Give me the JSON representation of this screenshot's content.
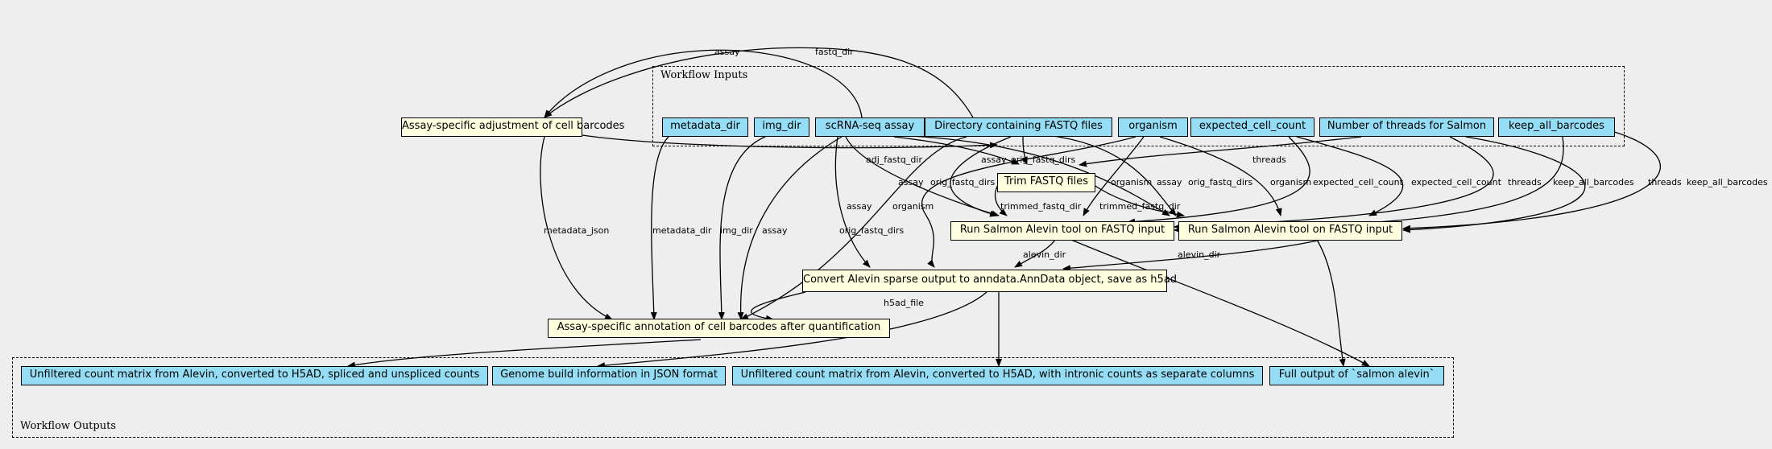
{
  "clusters": {
    "inputs_label": "Workflow Inputs",
    "outputs_label": "Workflow Outputs"
  },
  "inputs": {
    "metadata_dir": "metadata_dir",
    "img_dir": "img_dir",
    "assay": "scRNA-seq assay",
    "fastq_dir": "Directory containing FASTQ files",
    "organism": "organism",
    "expected_cell_count": "expected_cell_count",
    "threads": "Number of threads for Salmon",
    "keep_all_barcodes": "keep_all_barcodes"
  },
  "steps": {
    "adjust_barcodes": "Assay-specific adjustment of cell barcodes",
    "trim_fastq": "Trim FASTQ files",
    "alevin_1": "Run Salmon Alevin tool on FASTQ input",
    "alevin_2": "Run Salmon Alevin tool on FASTQ input",
    "convert": "Convert Alevin sparse output to anndata.AnnData object, save as h5ad",
    "annotate": "Assay-specific annotation of cell barcodes after quantification"
  },
  "outputs": {
    "spliced_unspliced": "Unfiltered count matrix from Alevin, converted to H5AD, spliced and unspliced counts",
    "genome_build": "Genome build information in JSON format",
    "intronic": "Unfiltered count matrix from Alevin, converted to H5AD, with intronic counts as separate columns",
    "salmon_output": "Full output of `salmon alevin`"
  },
  "edge_labels": {
    "assay": "assay",
    "fastq_dir": "fastq_dir",
    "adj_fastq_dir": "adj_fastq_dir",
    "orig_fastq_dirs": "orig_fastq_dirs",
    "organism": "organism",
    "expected_cell_count": "expected_cell_count",
    "threads": "threads",
    "keep_all_barcodes": "keep_all_barcodes",
    "trimmed_fastq_dir": "trimmed_fastq_dir",
    "alevin_dir": "alevin_dir",
    "metadata_json": "metadata_json",
    "metadata_dir": "metadata_dir",
    "img_dir": "img_dir",
    "h5ad_file": "h5ad_file"
  }
}
